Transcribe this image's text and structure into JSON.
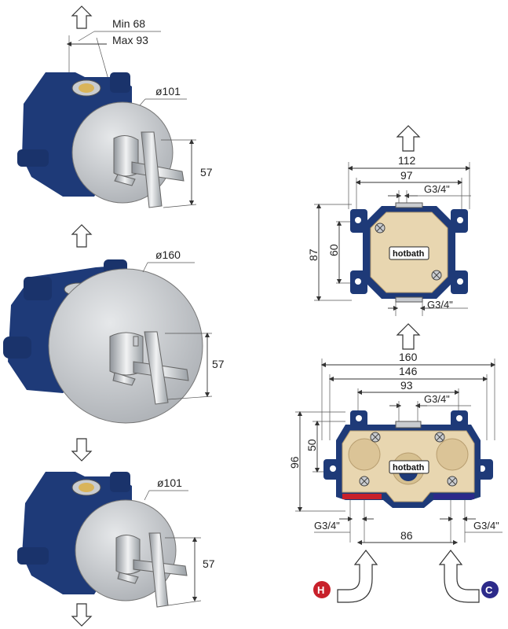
{
  "labels": {
    "min": "Min 68",
    "max": "Max 93",
    "dia_top": "ø101",
    "h_top": "57",
    "dia_mid": "ø160",
    "h_mid": "57",
    "dia_bot": "ø101",
    "h_bot": "57",
    "front_w1": "112",
    "front_w2": "97",
    "front_thread_top": "G3/4\"",
    "front_h1": "87",
    "front_h2": "60",
    "front_thread_bot": "G3/4\"",
    "plan_w1": "160",
    "plan_w2": "146",
    "plan_w3": "93",
    "plan_thread_top": "G3/4\"",
    "plan_h1": "96",
    "plan_h2": "50",
    "plan_thread_left": "G3/4\"",
    "plan_thread_right": "G3/4\"",
    "plan_spacing": "86",
    "brand1": "hotbath",
    "brand2": "hotbath",
    "hot": "H",
    "cold": "C"
  },
  "colors": {
    "body_blue": "#1e3a78",
    "steel": "#c9ccd0",
    "hot": "#c8202a",
    "cold": "#2c2a8a",
    "beige": "#e8d6b0"
  }
}
